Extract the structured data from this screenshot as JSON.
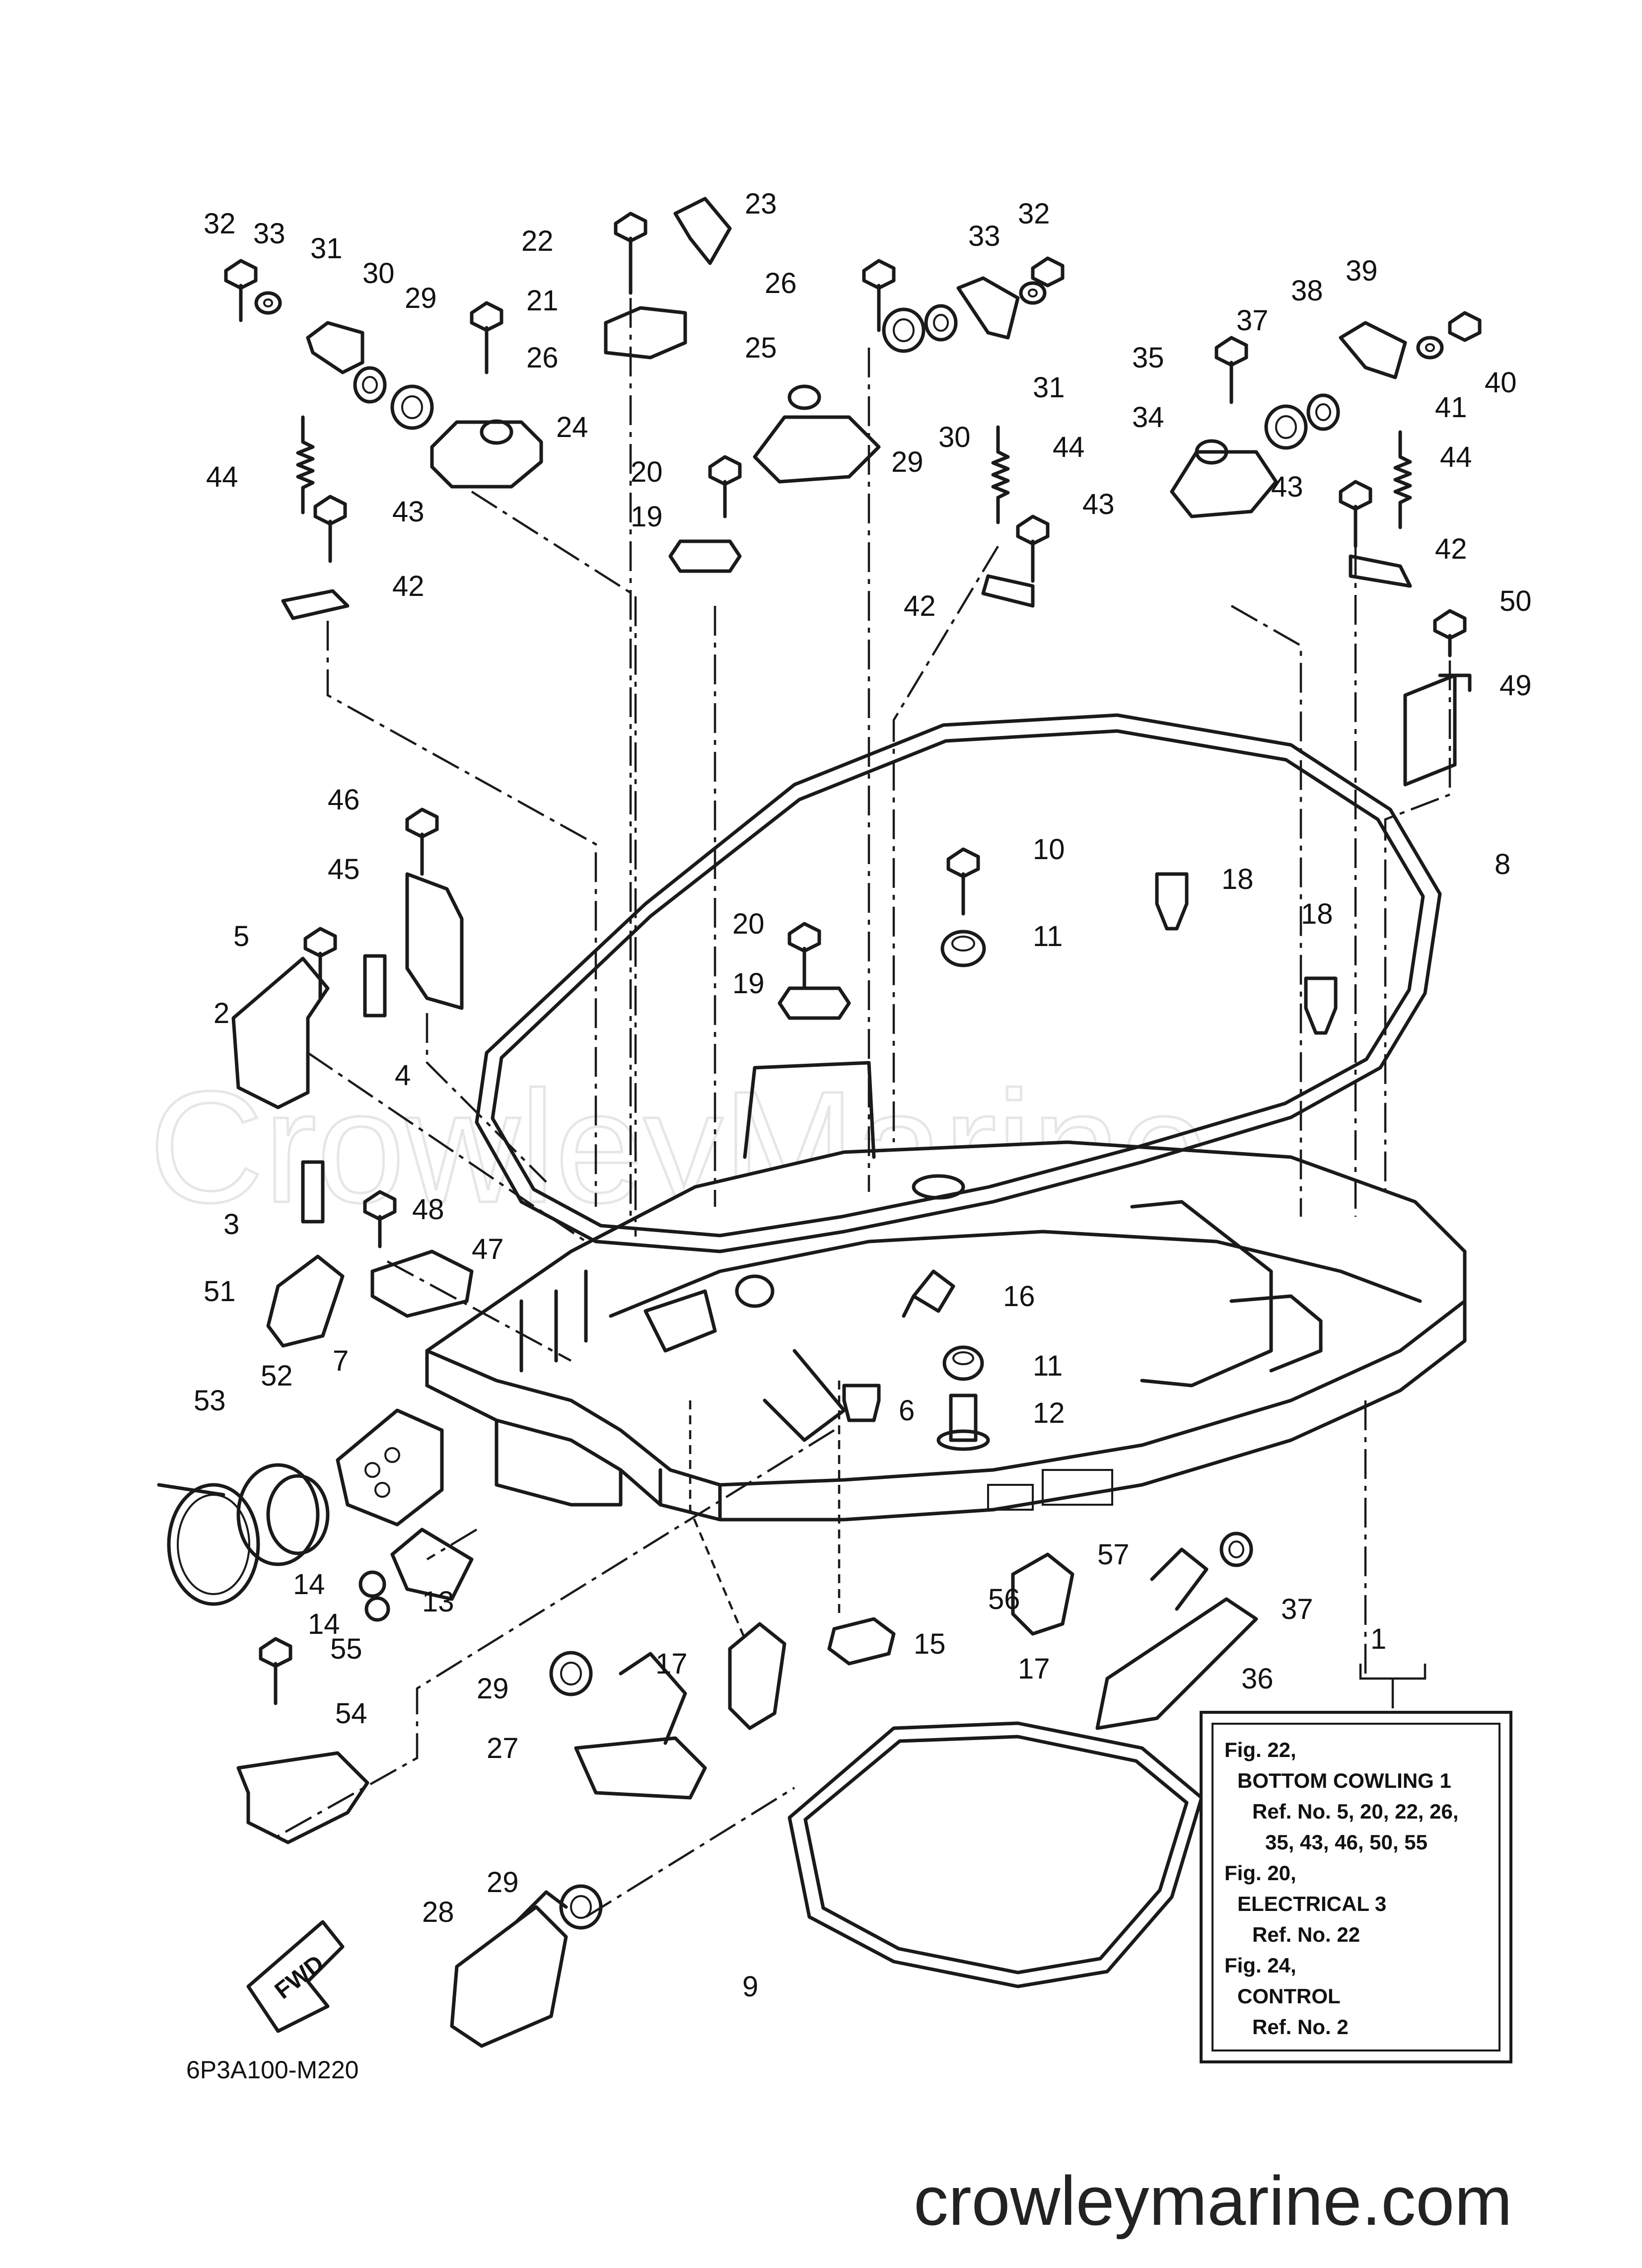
{
  "watermark": "CrowleyMarine",
  "site_footer": "crowleymarine.com",
  "diagram_code": "6P3A100-M220",
  "fwd_label": "FWD",
  "callouts": {
    "n1": "1",
    "n2": "2",
    "n3": "3",
    "n4": "4",
    "n5": "5",
    "n6": "6",
    "n7": "7",
    "n8": "8",
    "n9": "9",
    "n10": "10",
    "n11a": "11",
    "n11b": "11",
    "n12": "12",
    "n13": "13",
    "n14a": "14",
    "n14b": "14",
    "n15": "15",
    "n16": "16",
    "n17a": "17",
    "n17b": "17",
    "n18a": "18",
    "n18b": "18",
    "n19a": "19",
    "n19b": "19",
    "n20a": "20",
    "n20b": "20",
    "n21": "21",
    "n22": "22",
    "n23": "23",
    "n24": "24",
    "n25": "25",
    "n26a": "26",
    "n26b": "26",
    "n27": "27",
    "n28": "28",
    "n29a": "29",
    "n29b": "29",
    "n29c": "29",
    "n29d": "29",
    "n30a": "30",
    "n30b": "30",
    "n31a": "31",
    "n31b": "31",
    "n32a": "32",
    "n32b": "32",
    "n33a": "33",
    "n33b": "33",
    "n34": "34",
    "n35": "35",
    "n36": "36",
    "n37a": "37",
    "n37b": "37",
    "n38": "38",
    "n39": "39",
    "n40": "40",
    "n41": "41",
    "n42a": "42",
    "n42b": "42",
    "n42c": "42",
    "n43a": "43",
    "n43b": "43",
    "n43c": "43",
    "n44a": "44",
    "n44b": "44",
    "n44c": "44",
    "n45": "45",
    "n46": "46",
    "n47": "47",
    "n48": "48",
    "n49": "49",
    "n50": "50",
    "n51": "51",
    "n52": "52",
    "n53": "53",
    "n54": "54",
    "n55": "55",
    "n56": "56",
    "n57": "57"
  },
  "reference_box": {
    "lines": [
      "Fig. 22,",
      "BOTTOM COWLING 1",
      "Ref. No. 5, 20, 22, 26,",
      "35, 43, 46, 50, 55",
      "Fig. 20,",
      "ELECTRICAL 3",
      "Ref. No. 22",
      "Fig. 24,",
      "CONTROL",
      "Ref. No. 2"
    ]
  }
}
